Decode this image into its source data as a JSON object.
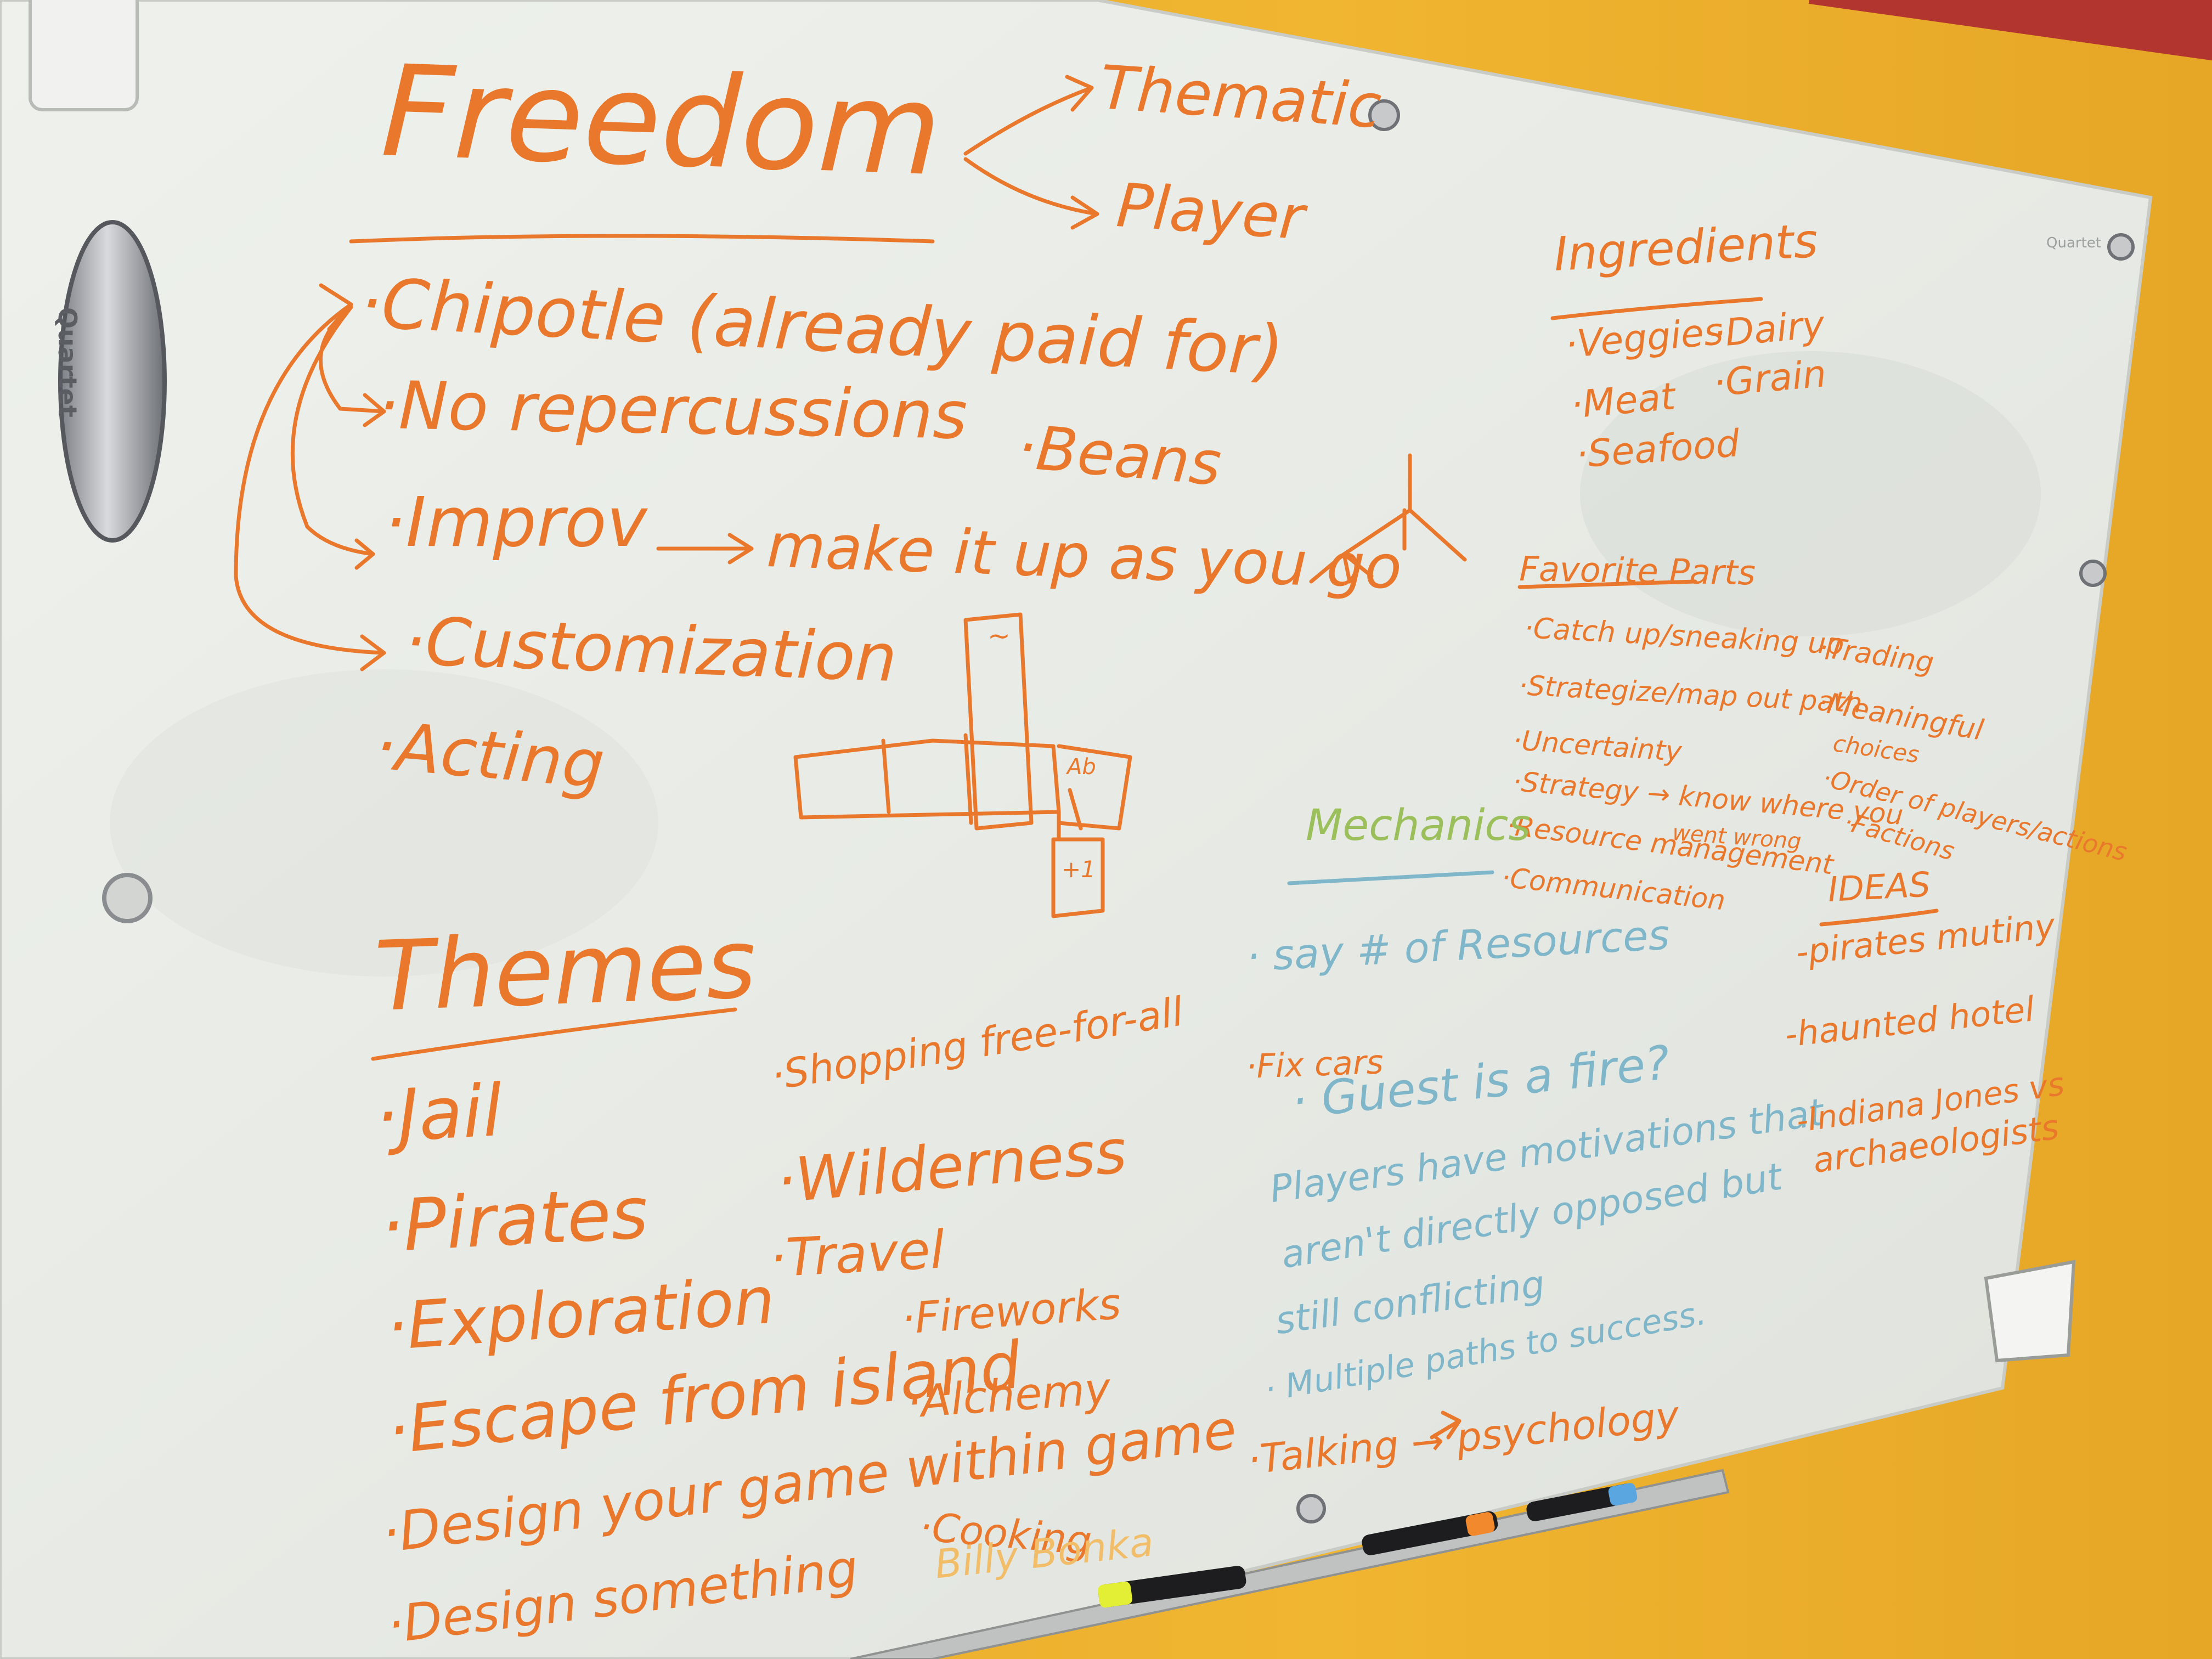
{
  "colors": {
    "wall": "#e9ad2a",
    "board": "#ecefe9",
    "orange_ink": "#e9782c",
    "blue_ink": "#7fb6c9",
    "yellow_ink": "#f1bd69"
  },
  "brand": {
    "logo_text": "Quartet",
    "corner_label": "Quartet"
  },
  "title": {
    "main": "Freedom",
    "branches": [
      "Thematic",
      "Player"
    ]
  },
  "freedom_list": [
    "·Chipotle (already paid for)",
    "·No repercussions",
    "·Improv",
    "make it up as you go",
    "·Customization",
    "·Acting"
  ],
  "beans": "·Beans",
  "sketch": {
    "label_a": "Ab",
    "label_b": "+1",
    "label_c": "~"
  },
  "ingredients": {
    "heading": "Ingredients",
    "items": [
      "·Veggies",
      "·Dairy",
      "·Meat",
      "·Grain",
      "·Seafood"
    ]
  },
  "favorite_parts": {
    "heading": "Favorite Parts",
    "left": [
      "·Catch up/sneaking up",
      "·Strategize/map out path",
      "·Uncertainty",
      "·Strategy → know where you",
      "went wrong",
      "·Resource management",
      "·Communication"
    ],
    "right": [
      "·Trading",
      "·Meaningful",
      "choices",
      "·Order of players/actions",
      "·Factions"
    ]
  },
  "mechanics": {
    "heading": "Mechanics",
    "items": [
      "· say # of Resources",
      "·Fix cars",
      "· Guest is a fire?",
      "Players have motivations that",
      "aren't directly opposed but",
      "still conflicting",
      "· Multiple paths to success.",
      "·Talking → psychology"
    ]
  },
  "ideas": {
    "heading": "IDEAS",
    "items": [
      "-pirates mutiny",
      "-haunted hotel",
      "-Indiana Jones vs",
      "archaeologists"
    ]
  },
  "themes": {
    "heading": "Themes",
    "left": [
      "·Jail",
      "·Pirates",
      "·Exploration",
      "·Escape from island",
      "·Design your game within game",
      "·Design something"
    ],
    "right": [
      "·Shopping free-for-all",
      "·Wilderness",
      "·Travel",
      "·Fireworks",
      "·Alchemy",
      "·Cooking",
      "Billy Bonka"
    ]
  }
}
